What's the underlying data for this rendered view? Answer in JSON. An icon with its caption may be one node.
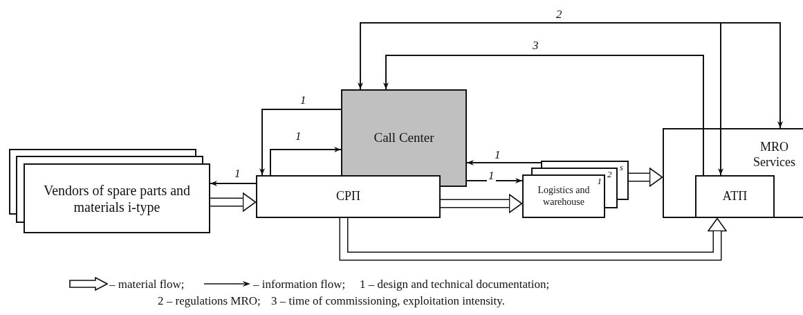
{
  "diagram": {
    "nodes": [
      {
        "text": [
          "Vendors of spare parts and materials i-type"
        ]
      },
      {
        "text": [
          "Call Center"
        ]
      },
      {
        "text": [
          "СРП"
        ]
      },
      {
        "text": [
          "Logistics and warehouse",
          "1"
        ],
        "beside": [
          "2",
          "s"
        ]
      },
      {
        "text": [
          "MRO Services"
        ]
      },
      {
        "text": [
          "АТП"
        ],
        "in": 4
      }
    ],
    "edges": [
      {
        "from": 2,
        "to": 0,
        "arrow": "to",
        "label": "1"
      },
      {
        "from": 0,
        "to": 2,
        "arrow": "to",
        "style": "thick"
      },
      {
        "from": 1,
        "to": 2,
        "arrow": "to",
        "label": "1"
      },
      {
        "from": 2,
        "to": 1,
        "arrow": "to",
        "label": "1"
      },
      {
        "from": 3,
        "to": 1,
        "arrow": "to",
        "label": "1"
      },
      {
        "from": 1,
        "to": 3,
        "arrow": "to",
        "label": "1"
      },
      {
        "from": 2,
        "to": 3,
        "arrow": "to",
        "style": "thick"
      },
      {
        "from": 3,
        "to": 4,
        "arrow": "to",
        "style": "thick"
      },
      {
        "from": 2,
        "to": 5,
        "arrow": "to",
        "style": "thick"
      },
      {
        "from": 5,
        "to": 1,
        "arrow": "to",
        "label": "3"
      },
      {
        "from": null,
        "to": 1,
        "arrow": "to",
        "label": "2"
      },
      {
        "from": null,
        "to": 5,
        "arrow": "to"
      },
      {
        "from": null,
        "to": 4,
        "arrow": "to"
      }
    ],
    "labels": [
      "1 – design and technical documentation;",
      "2 – regulations MRO;",
      "3 – time of commissioning, exploitation intensity."
    ],
    "legend": [
      {
        "text": "– material flow;"
      },
      {
        "text": "– information flow;"
      }
    ]
  }
}
